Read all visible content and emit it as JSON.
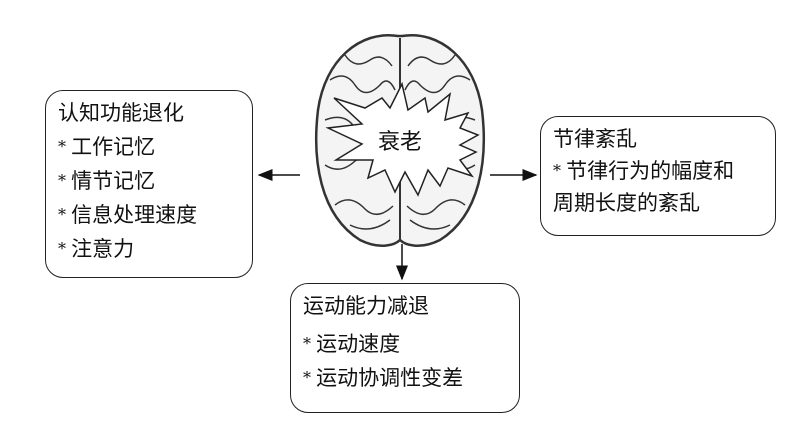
{
  "center": {
    "label": "衰老"
  },
  "left_box": {
    "title": "认知功能退化",
    "items": [
      "工作记忆",
      "情节记忆",
      "信息处理速度",
      "注意力"
    ]
  },
  "right_box": {
    "title": "节律紊乱",
    "line1": "节律行为的幅度和",
    "line2": "周期长度的紊乱"
  },
  "bottom_box": {
    "title": "运动能力减退",
    "items": [
      "运动速度",
      "运动协调性变差"
    ]
  }
}
